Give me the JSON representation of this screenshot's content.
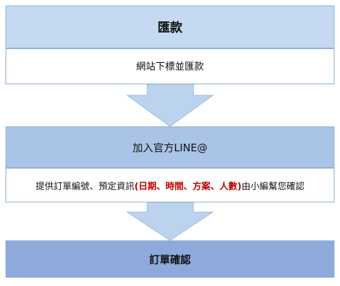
{
  "colors": {
    "step1_header": "#c5d9f1",
    "step2_header": "#a9c4e6",
    "step3_header": "#8eaadb",
    "arrow": "#bcd3ee",
    "border": "#8eb0d6",
    "highlight": "#c00000"
  },
  "step1": {
    "title": "匯款",
    "description": "網站下標並匯款"
  },
  "step2": {
    "title": "加入官方LINE@",
    "description_prefix": "提供訂單編號、預定資訊 ",
    "description_highlight": "(日期、時間、方案、人數)",
    "description_suffix": "由小編幫您確認"
  },
  "step3": {
    "title": "訂單確認"
  }
}
